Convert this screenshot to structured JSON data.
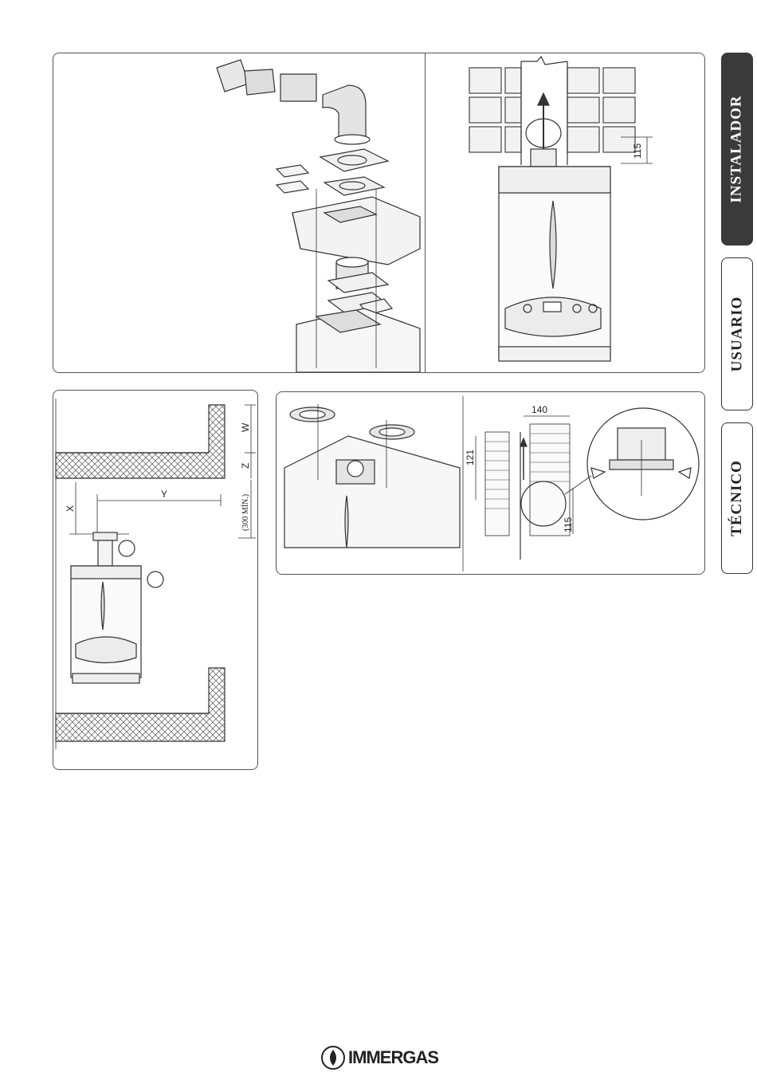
{
  "side_tabs": [
    {
      "label": "INSTALADOR",
      "active": true
    },
    {
      "label": "USUARIO",
      "active": false
    },
    {
      "label": "TÉCNICO",
      "active": false
    }
  ],
  "figure_top_right": {
    "dim_115": "115"
  },
  "figure_bottom_left": {
    "dim_w": "W",
    "dim_z": "Z",
    "dim_x": "X",
    "dim_y": "Y",
    "min_note": "(300 MÍN.)"
  },
  "figure_bottom_right": {
    "dim_140": "140",
    "dim_121": "121",
    "dim_115": "115"
  },
  "brand": {
    "name": "IMMERGAS",
    "color": "#222222"
  }
}
